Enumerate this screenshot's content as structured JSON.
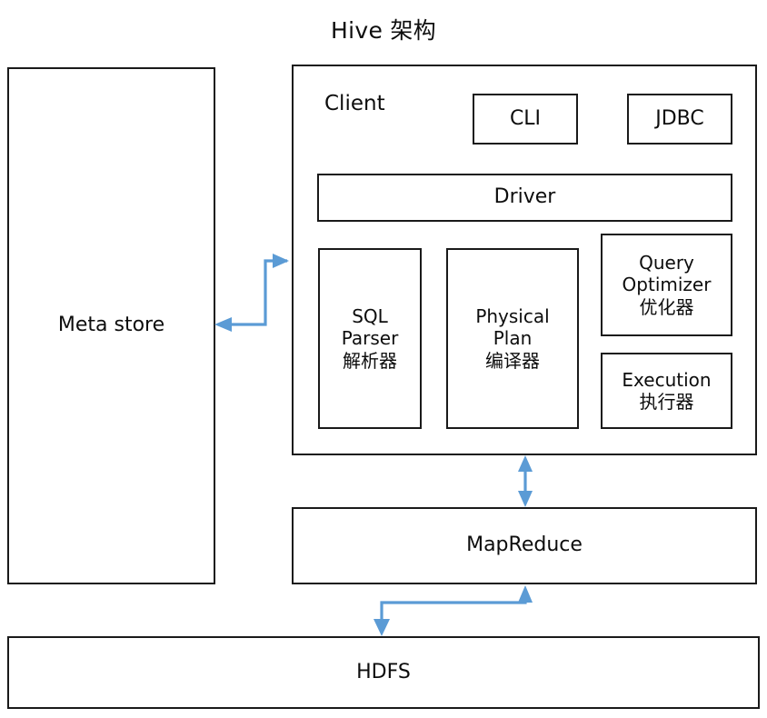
{
  "title": "Hive 架构",
  "accent_color": "#5b9bd5",
  "border_color": "#1a1a1a",
  "background_color": "#ffffff",
  "nodes": {
    "metastore": {
      "label": "Meta store"
    },
    "client": {
      "label": "Client"
    },
    "cli": {
      "label": "CLI"
    },
    "jdbc": {
      "label": "JDBC"
    },
    "driver": {
      "label": "Driver"
    },
    "sql_parser": {
      "label": "SQL\nParser\n解析器"
    },
    "physical_plan": {
      "label": "Physical\nPlan\n编译器"
    },
    "query_optimizer": {
      "label": "Query\nOptimizer\n优化器"
    },
    "execution": {
      "label": "Execution\n执行器"
    },
    "mapreduce": {
      "label": "MapReduce"
    },
    "hdfs": {
      "label": "HDFS"
    }
  },
  "connectors": [
    {
      "name": "metastore-client-connector",
      "from": "Meta store",
      "to": "Client",
      "style": "z-shaped",
      "arrows": "both-ends"
    },
    {
      "name": "client-mapreduce-connector",
      "from": "Client",
      "to": "MapReduce",
      "style": "vertical",
      "arrows": "double-headed"
    },
    {
      "name": "mapreduce-hdfs-connector",
      "from": "MapReduce",
      "to": "HDFS",
      "style": "u-shaped",
      "arrows": "both-ends"
    }
  ]
}
